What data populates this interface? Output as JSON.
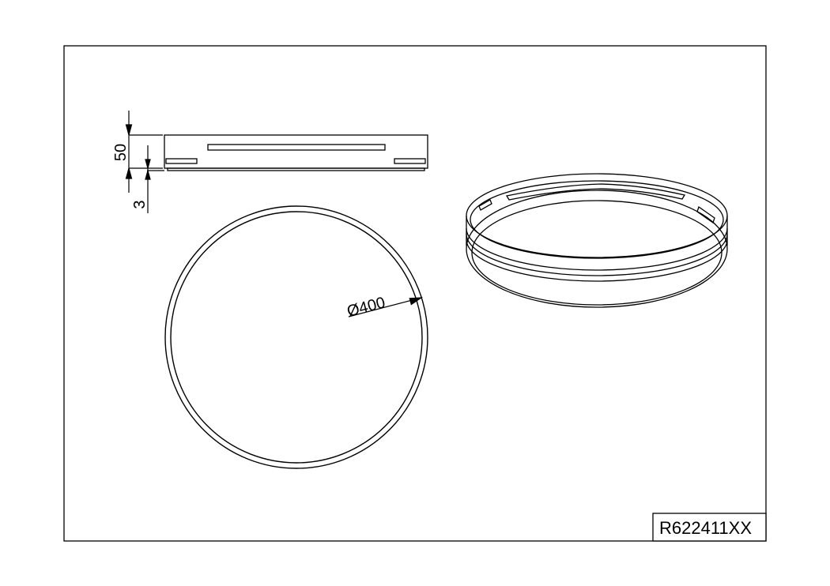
{
  "drawing": {
    "part_number": "R622411XX",
    "dimensions": {
      "height": "50",
      "offset": "3",
      "diameter": "Ø400"
    }
  }
}
